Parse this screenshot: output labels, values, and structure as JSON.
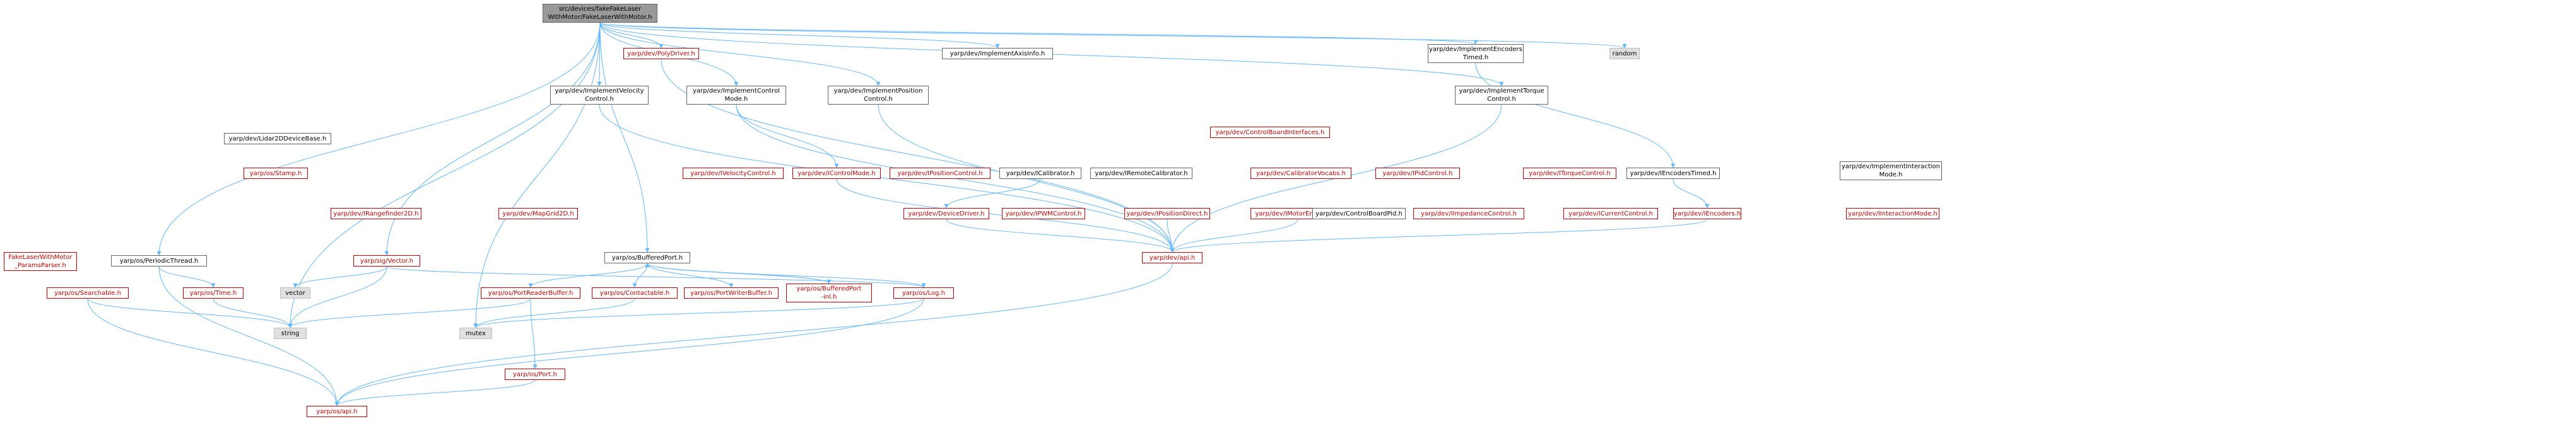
{
  "graph": {
    "colors": {
      "edge": "#63b8ff",
      "link": "#cc0000",
      "plain": "#000000",
      "external_fill": "#e0e0e0",
      "root_fill": "#999999"
    },
    "nodes": [
      {
        "id": "root",
        "lines": [
          "src/devices/fakeFakeLaser",
          "WithMotor/FakeLaserWithMotor.h"
        ],
        "kind": "root"
      },
      {
        "id": "polydriver",
        "lines": [
          "yarp/dev/PolyDriver.h"
        ],
        "kind": "red"
      },
      {
        "id": "axisinfo",
        "lines": [
          "yarp/dev/ImplementAxisInfo.h"
        ],
        "kind": "plain"
      },
      {
        "id": "encoderstimed",
        "lines": [
          "yarp/dev/ImplementEncoders",
          "Timed.h"
        ],
        "kind": "plain"
      },
      {
        "id": "random",
        "lines": [
          "random"
        ],
        "kind": "gray"
      },
      {
        "id": "velocityctrl",
        "lines": [
          "yarp/dev/ImplementVelocity",
          "Control.h"
        ],
        "kind": "plain"
      },
      {
        "id": "controlmode",
        "lines": [
          "yarp/dev/ImplementControl",
          "Mode.h"
        ],
        "kind": "plain"
      },
      {
        "id": "positionctrl",
        "lines": [
          "yarp/dev/ImplementPosition",
          "Control.h"
        ],
        "kind": "plain"
      },
      {
        "id": "cbi",
        "lines": [
          "yarp/dev/ControlBoardInterfaces.h"
        ],
        "kind": "red"
      },
      {
        "id": "torquectrl",
        "lines": [
          "yarp/dev/ImplementTorque",
          "Control.h"
        ],
        "kind": "plain"
      },
      {
        "id": "lidar",
        "lines": [
          "yarp/dev/Lidar2DDeviceBase.h"
        ],
        "kind": "plain"
      },
      {
        "id": "ivelocity",
        "lines": [
          "yarp/dev/IVelocityControl.h"
        ],
        "kind": "red"
      },
      {
        "id": "icontrolmode",
        "lines": [
          "yarp/dev/IControlMode.h"
        ],
        "kind": "red"
      },
      {
        "id": "iposition",
        "lines": [
          "yarp/dev/IPositionControl.h"
        ],
        "kind": "red"
      },
      {
        "id": "icalibrator",
        "lines": [
          "yarp/dev/ICalibrator.h"
        ],
        "kind": "plain"
      },
      {
        "id": "iremotecal",
        "lines": [
          "yarp/dev/IRemoteCalibrator.h"
        ],
        "kind": "plain"
      },
      {
        "id": "icalvocab",
        "lines": [
          "yarp/dev/CalibratorVocabs.h"
        ],
        "kind": "red"
      },
      {
        "id": "ipid",
        "lines": [
          "yarp/dev/IPidControl.h"
        ],
        "kind": "red"
      },
      {
        "id": "itorque",
        "lines": [
          "yarp/dev/ITorqueControl.h"
        ],
        "kind": "red"
      },
      {
        "id": "iencoderstimed",
        "lines": [
          "yarp/dev/IEncodersTimed.h"
        ],
        "kind": "plain"
      },
      {
        "id": "interactionmode",
        "lines": [
          "yarp/dev/ImplementInteraction",
          "Mode.h"
        ],
        "kind": "plain"
      },
      {
        "id": "stamp",
        "lines": [
          "yarp/os/Stamp.h"
        ],
        "kind": "red"
      },
      {
        "id": "irangefinder",
        "lines": [
          "yarp/dev/IRangefinder2D.h"
        ],
        "kind": "red"
      },
      {
        "id": "mapgrid",
        "lines": [
          "yarp/dev/MapGrid2D.h"
        ],
        "kind": "red"
      },
      {
        "id": "devicedriver",
        "lines": [
          "yarp/dev/DeviceDriver.h"
        ],
        "kind": "red"
      },
      {
        "id": "ipwm",
        "lines": [
          "yarp/dev/IPWMControl.h"
        ],
        "kind": "red"
      },
      {
        "id": "ipositiondirect",
        "lines": [
          "yarp/dev/IPositionDirect.h"
        ],
        "kind": "red"
      },
      {
        "id": "imotorencoders",
        "lines": [
          "yarp/dev/IMotorEncoders.h"
        ],
        "kind": "red"
      },
      {
        "id": "cbpid",
        "lines": [
          "yarp/dev/ControlBoardPid.h"
        ],
        "kind": "plain"
      },
      {
        "id": "iimpedance",
        "lines": [
          "yarp/dev/IImpedanceControl.h"
        ],
        "kind": "red"
      },
      {
        "id": "icurrent",
        "lines": [
          "yarp/dev/ICurrentControl.h"
        ],
        "kind": "red"
      },
      {
        "id": "iencoders",
        "lines": [
          "yarp/dev/IEncoders.h"
        ],
        "kind": "red"
      },
      {
        "id": "iinteraction",
        "lines": [
          "yarp/dev/IInteractionMode.h"
        ],
        "kind": "red"
      },
      {
        "id": "fakeparams",
        "lines": [
          "FakeLaserWithMotor",
          "_ParamsParser.h"
        ],
        "kind": "red"
      },
      {
        "id": "periodicthread",
        "lines": [
          "yarp/os/PeriodicThread.h"
        ],
        "kind": "plain"
      },
      {
        "id": "sigvector",
        "lines": [
          "yarp/sig/Vector.h"
        ],
        "kind": "red"
      },
      {
        "id": "vector",
        "lines": [
          "vector"
        ],
        "kind": "gray"
      },
      {
        "id": "bufferedport",
        "lines": [
          "yarp/os/BufferedPort.h"
        ],
        "kind": "plain"
      },
      {
        "id": "devapi",
        "lines": [
          "yarp/dev/api.h"
        ],
        "kind": "red"
      },
      {
        "id": "searchable",
        "lines": [
          "yarp/os/Searchable.h"
        ],
        "kind": "red"
      },
      {
        "id": "ostime",
        "lines": [
          "yarp/os/Time.h"
        ],
        "kind": "red"
      },
      {
        "id": "portreaderbuffer",
        "lines": [
          "yarp/os/PortReaderBuffer.h"
        ],
        "kind": "red"
      },
      {
        "id": "contactable",
        "lines": [
          "yarp/os/Contactable.h"
        ],
        "kind": "red"
      },
      {
        "id": "portwriterbuffer",
        "lines": [
          "yarp/os/PortWriterBuffer.h"
        ],
        "kind": "red"
      },
      {
        "id": "bufferedportinl",
        "lines": [
          "yarp/os/BufferedPort",
          "-inl.h"
        ],
        "kind": "red"
      },
      {
        "id": "oslog",
        "lines": [
          "yarp/os/Log.h"
        ],
        "kind": "red"
      },
      {
        "id": "string",
        "lines": [
          "string"
        ],
        "kind": "gray"
      },
      {
        "id": "mutex",
        "lines": [
          "mutex"
        ],
        "kind": "gray"
      },
      {
        "id": "osport",
        "lines": [
          "yarp/os/Port.h"
        ],
        "kind": "red"
      },
      {
        "id": "osapi",
        "lines": [
          "yarp/os/api.h"
        ],
        "kind": "red"
      }
    ]
  }
}
